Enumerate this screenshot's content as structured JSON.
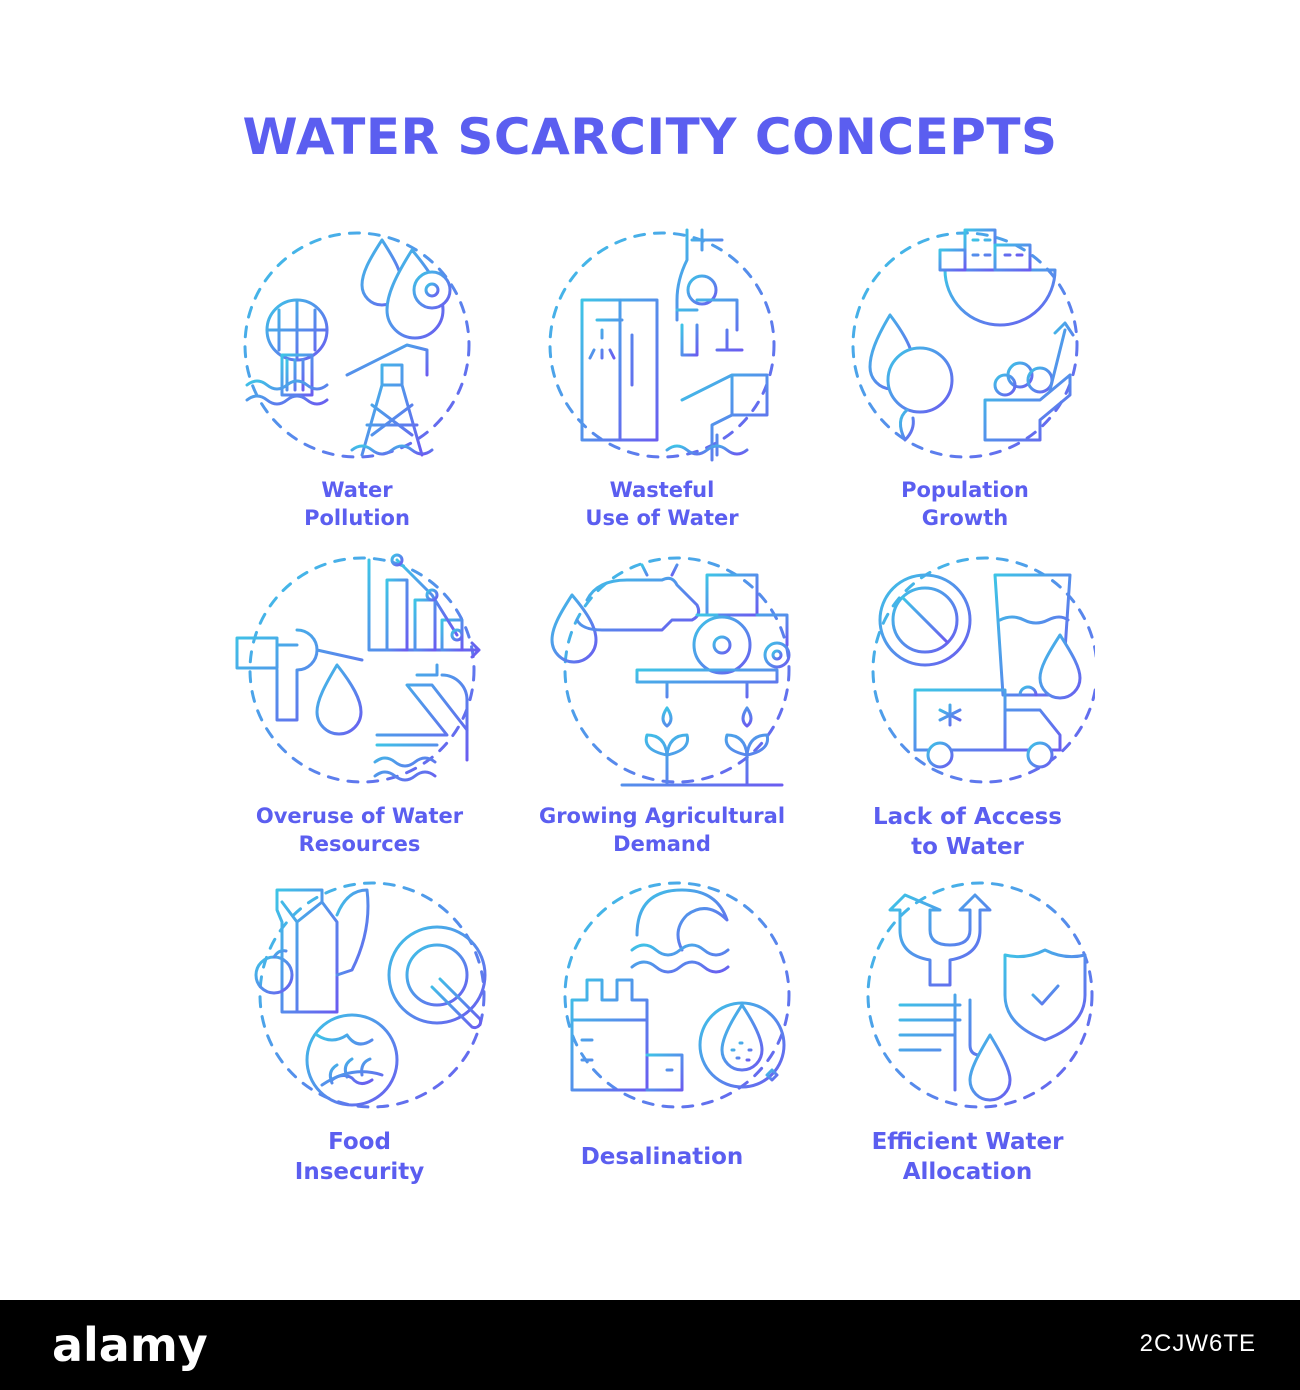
{
  "title": "WATER SCARCITY CONCEPTS",
  "concepts": [
    {
      "line1": "Water",
      "line2": "Pollution",
      "icon": "water-pollution-icon"
    },
    {
      "line1": "Wasteful",
      "line2": "Use of Water",
      "icon": "wasteful-water-use-icon"
    },
    {
      "line1": "Population",
      "line2": "Growth",
      "icon": "population-growth-icon"
    },
    {
      "line1": "Overuse of Water",
      "line2": "Resources",
      "icon": "overuse-resources-icon"
    },
    {
      "line1": "Growing Agricultural",
      "line2": "Demand",
      "icon": "agricultural-demand-icon"
    },
    {
      "line1": "Lack of Access",
      "line2": "to Water",
      "icon": "lack-of-access-icon"
    },
    {
      "line1": "Food",
      "line2": "Insecurity",
      "icon": "food-insecurity-icon"
    },
    {
      "line1": "Desalination",
      "line2": "",
      "icon": "desalination-icon"
    },
    {
      "line1": "Efficient Water",
      "line2": "Allocation",
      "icon": "water-allocation-icon"
    }
  ],
  "footer": {
    "brand": "alamy",
    "image_id": "2CJW6TE"
  },
  "colors": {
    "accent": "#5b5ef0",
    "gradient_start": "#3ec4e6",
    "gradient_end": "#6a5cf0"
  }
}
